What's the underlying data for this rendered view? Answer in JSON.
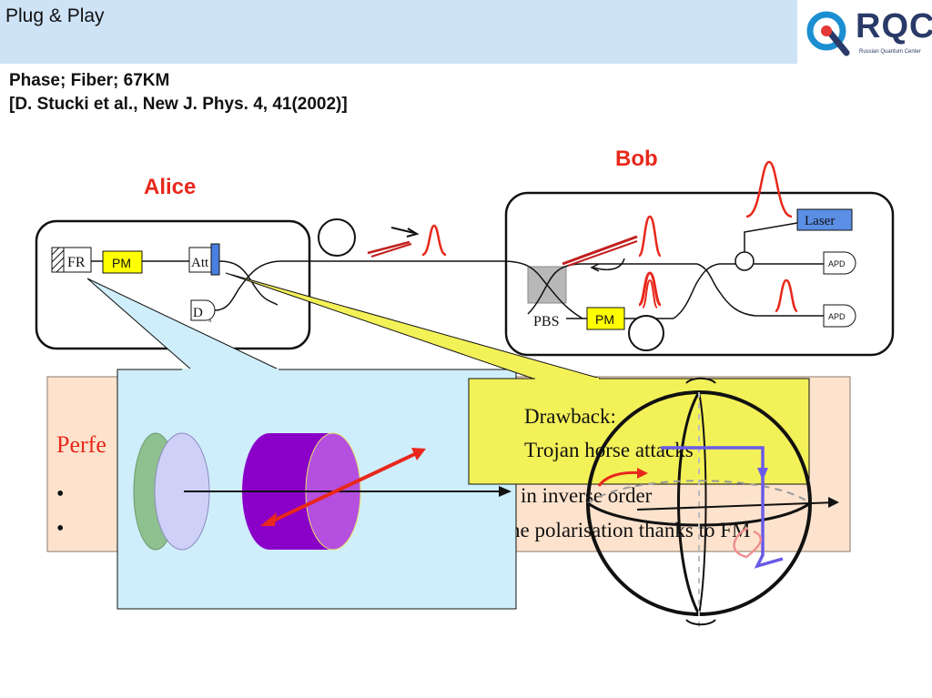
{
  "header": {
    "title": "Plug & Play",
    "logo_name": "RQC",
    "logo_subtitle": "Russian Quantum Center"
  },
  "reference": {
    "line1": "Phase; Fiber; 67KM",
    "line2": "[D. Stucki et al., New J. Phys. 4, 41(2002)]"
  },
  "setup": {
    "alice_label": "Alice",
    "bob_label": "Bob",
    "fr_label": "FR",
    "pm_alice_label": "PM",
    "att_label": "Att",
    "detector_label": "D",
    "detector_sub": "A",
    "laser_label": "Laser",
    "apd_top_label": "APD",
    "apd_bottom_label": "APD",
    "pbs_label": "PBS",
    "pm_bob_label": "PM"
  },
  "text_box": {
    "heading_fragment": "Perfe",
    "bullet1_fragment": "in inverse order",
    "bullet2_fragment": "he polarisation thanks to FM"
  },
  "callout": {
    "line1": "Drawback:",
    "line2": "Trojan horse attacks"
  },
  "colors": {
    "header_bg": "#cfe3f7",
    "alice_bob_label": "#e8281c",
    "pm_fill": "#ffff00",
    "laser_fill": "#5b8fe6",
    "text_box_bg": "#fde3cd",
    "callout_bg": "#f3f158",
    "fr_popup_bg": "#cfeefb",
    "pulse": "#e8281c"
  }
}
